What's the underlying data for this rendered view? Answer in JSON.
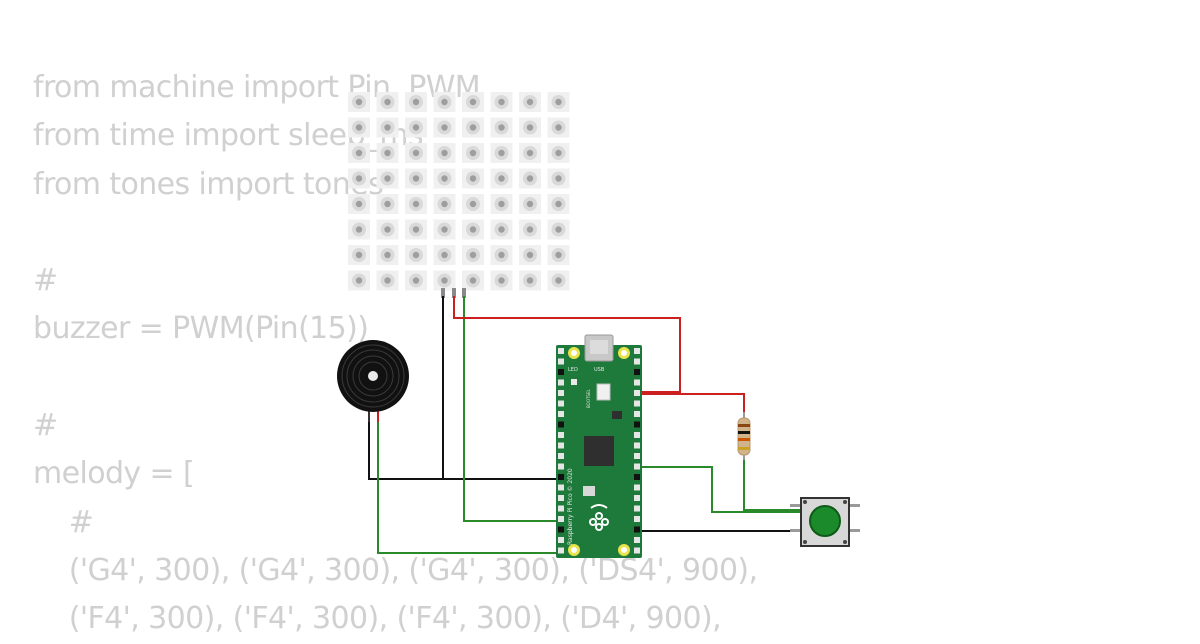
{
  "code_lines": [
    "from machine import Pin, PWM",
    "from time import sleep_ms",
    "from tones import tones",
    "",
    "#",
    "buzzer = PWM(Pin(15))",
    "",
    "#",
    "melody = [",
    "    #",
    "    ('G4', 300), ('G4', 300), ('G4', 300), ('DS4', 900),",
    "    ('F4', 300), ('F4', 300), ('F4', 300), ('D4', 900),"
  ],
  "pico": {
    "silk_led": "LED",
    "silk_usb": "USB",
    "silk_bootsel": "BOOTSEL",
    "board_name": "Raspberry Pi Pico © 2020"
  },
  "components": {
    "led_matrix": {
      "rows": 8,
      "cols": 8
    },
    "buzzer": {},
    "resistor": {},
    "pushbutton": {
      "color": "#1a8a2a"
    }
  },
  "colors": {
    "pcb_green": "#1d7a3a",
    "wire_red": "#cc1f1f",
    "wire_green": "#2a8a2a",
    "wire_black": "#111111",
    "code_text": "#d0d0d0"
  }
}
